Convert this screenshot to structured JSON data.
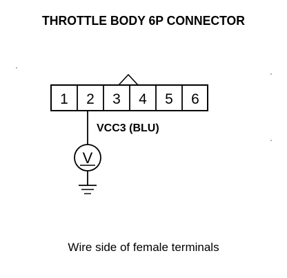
{
  "title": "THROTTLE BODY 6P CONNECTOR",
  "connector": {
    "pins": [
      "1",
      "2",
      "3",
      "4",
      "5",
      "6"
    ]
  },
  "wire_label": "VCC3 (BLU)",
  "meter_symbol": "V",
  "caption": "Wire side of female terminals",
  "icons": {
    "meter": "voltmeter-icon",
    "ground": "ground-icon",
    "key": "connector-key-icon"
  },
  "colors": {
    "line": "#000000",
    "background": "#ffffff"
  }
}
